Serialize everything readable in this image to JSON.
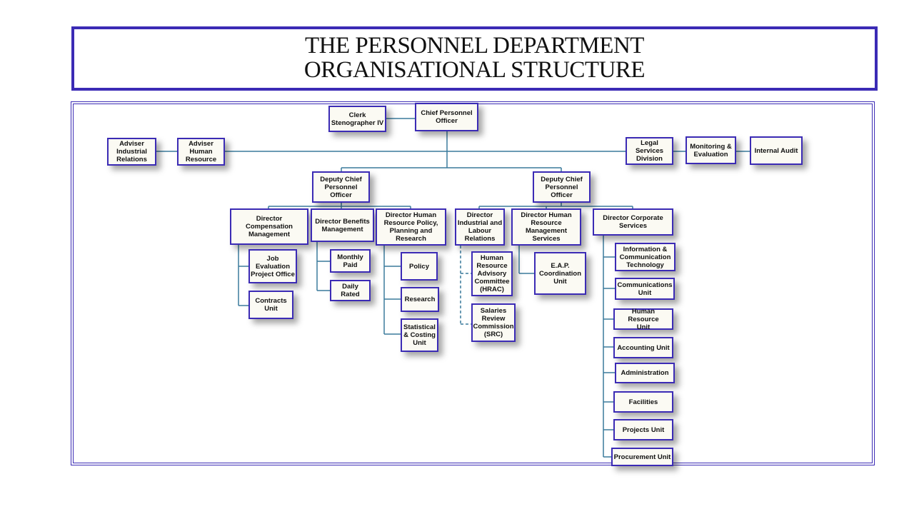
{
  "title": {
    "line1": "THE PERSONNEL DEPARTMENT",
    "line2": "ORGANISATIONAL STRUCTURE"
  },
  "boxes": {
    "clerk": "Clerk\nStenographer IV",
    "chief": "Chief Personnel\nOfficer",
    "adviser_ir": "Adviser\nIndustrial\nRelations",
    "adviser_hr": "Adviser\nHuman\nResource",
    "legal": "Legal Services\nDivision",
    "monitoring": "Monitoring &\nEvaluation",
    "audit": "Internal Audit",
    "deputy_left": "Deputy Chief\nPersonnel\nOfficer",
    "deputy_right": "Deputy Chief\nPersonnel\nOfficer",
    "dir_comp": "Director Compensation\nManagement",
    "dir_benefits": "Director Benefits\nManagement",
    "dir_hr_policy": "Director Human\nResource Policy,\nPlanning and\nResearch",
    "dir_industrial": "Director\nIndustrial and\nLabour\nRelations",
    "dir_hrm": "Director Human\nResource\nManagement\nServices",
    "dir_corporate": "Director Corporate\nServices",
    "job_eval": "Job Evaluation\nProject Office",
    "contracts": "Contracts\nUnit",
    "monthly": "Monthly\nPaid",
    "daily": "Daily Rated",
    "policy": "Policy",
    "research": "Research",
    "statistical": "Statistical\n& Costing\nUnit",
    "hrac": "Human\nResource\nAdvisory\nCommittee\n(HRAC)",
    "src": "Salaries\nReview\nCommission\n(SRC)",
    "eap": "E.A.P.\nCoordination\nUnit",
    "ict": "Information &\nCommunication\nTechnology",
    "communications": "Communications\nUnit",
    "hr_unit": "Human Resource\nUnit",
    "accounting": "Accounting Unit",
    "administration": "Administration",
    "facilities": "Facilities",
    "projects": "Projects Unit",
    "procurement": "Procurement Unit"
  },
  "colors": {
    "box_border": "#3b2bb5",
    "box_fill": "#fbfaf3",
    "connector": "#3a7a9c",
    "frame": "#3b2bb5"
  }
}
